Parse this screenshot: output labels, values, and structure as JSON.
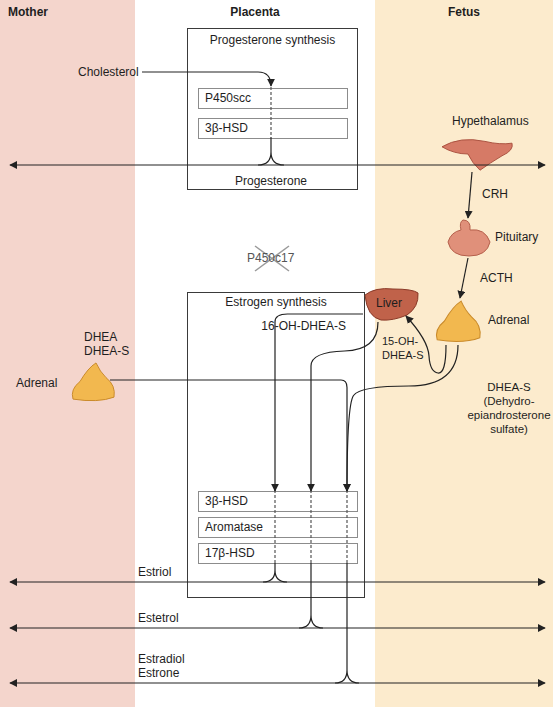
{
  "diagram": {
    "nodes": [
      {
        "text": [
          "Mother"
        ]
      },
      {
        "text": [
          "Placenta"
        ]
      },
      {
        "text": [
          "Fetus"
        ]
      },
      {
        "text": [
          "Progesterone synthesis"
        ],
        "in": 1
      },
      {
        "text": [
          "P450scc"
        ],
        "in": 3
      },
      {
        "text": [
          "3β-HSD"
        ],
        "in": 3
      },
      {
        "text": [
          "Estrogen synthesis"
        ],
        "in": 1
      },
      {
        "text": [
          "3β-HSD"
        ],
        "in": 6
      },
      {
        "text": [
          "Aromatase"
        ],
        "in": 6
      },
      {
        "text": [
          "17β-HSD"
        ],
        "in": 6
      },
      {
        "text": [
          "Adrenal"
        ],
        "in": 0
      },
      {
        "text": [
          "Hypethalamus"
        ],
        "in": 2
      },
      {
        "text": [
          "Pituitary"
        ],
        "in": 2
      },
      {
        "text": [
          "Adrenal"
        ],
        "in": 2
      },
      {
        "text": [
          "Liver"
        ],
        "in": 2
      }
    ],
    "edges": [
      {
        "from": 0,
        "to": 2,
        "arrow": "both",
        "label": "Progesterone"
      },
      {
        "from": 11,
        "to": 12,
        "arrow": "to",
        "label": "CRH"
      },
      {
        "from": 12,
        "to": 13,
        "arrow": "to",
        "label": "ACTH"
      },
      {
        "from": 14,
        "to": 7,
        "arrow": "to",
        "label": "16-OH-DHEA-S"
      },
      {
        "from": 14,
        "to": 7,
        "arrow": "to",
        "label": "15-OH-DHEA-S"
      },
      {
        "from": 13,
        "to": 14,
        "arrow": "to"
      },
      {
        "from": 13,
        "to": 7,
        "arrow": "to",
        "label": "DHEA-S (Dehydro-epiandrosterone sulfate)"
      },
      {
        "from": 10,
        "to": 7,
        "arrow": "to",
        "label": "DHEA DHEA-S"
      },
      {
        "from": 0,
        "to": 2,
        "arrow": "both",
        "label": "Estriol"
      },
      {
        "from": 0,
        "to": 2,
        "arrow": "both",
        "label": "Estetrol"
      },
      {
        "from": 0,
        "to": 2,
        "arrow": "both",
        "label": "Estradiol Estrone"
      }
    ],
    "labels": [
      "Cholesterol",
      "P450c17"
    ]
  }
}
